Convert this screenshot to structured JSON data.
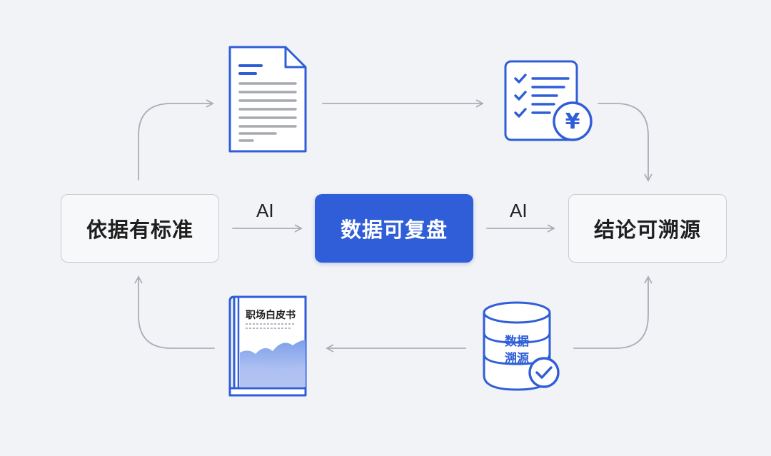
{
  "nodes": {
    "left": "依据有标准",
    "center": "数据可复盘",
    "right": "结论可溯源"
  },
  "edge_labels": {
    "left_to_center": "AI",
    "center_to_right": "AI"
  },
  "icons": {
    "top_left": "document-icon",
    "top_right": "checklist-yuan-icon",
    "bottom_left": "whitepaper-book-icon",
    "bottom_right": "database-check-icon"
  },
  "book_title": "职场白皮书",
  "database_label_line1": "数据",
  "database_label_line2": "溯源",
  "currency_symbol": "¥",
  "colors": {
    "accent": "#2f5ed8",
    "arrow": "#a9adb5",
    "background": "#f1f3f6"
  }
}
